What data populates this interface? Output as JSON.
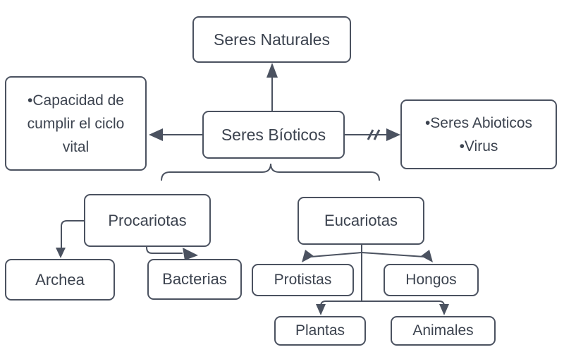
{
  "diagram": {
    "title": "Seres Naturales",
    "type": "concept-map",
    "colors": {
      "stroke": "#4b5260",
      "text": "#3c434f",
      "background": "#ffffff"
    },
    "nodes": {
      "seres_naturales": {
        "label": "Seres Naturales"
      },
      "seres_bioticos": {
        "label": "Seres Bíoticos"
      },
      "capacidad": {
        "label": "•Capacidad de\ncumplir el ciclo\nvital"
      },
      "abioticos": {
        "label": "•Seres Abioticos\n•Virus"
      },
      "procariotas": {
        "label": "Procariotas"
      },
      "eucariotas": {
        "label": "Eucariotas"
      },
      "archea": {
        "label": "Archea"
      },
      "bacterias": {
        "label": "Bacterias"
      },
      "protistas": {
        "label": "Protistas"
      },
      "hongos": {
        "label": "Hongos"
      },
      "plantas": {
        "label": "Plantas"
      },
      "animales": {
        "label": "Animales"
      }
    }
  }
}
